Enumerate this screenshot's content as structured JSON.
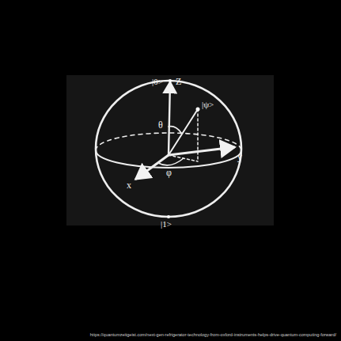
{
  "diagram": {
    "labels": [
      "|0>",
      "Z",
      "θ",
      "|ψ>",
      "y",
      "x",
      "φ",
      "|1>",
      "https://quantumzeitgeist.com/next-gen-refrigerator-technology-from-oxford-instruments-helps-drive-quantum-computing-forward/"
    ]
  }
}
